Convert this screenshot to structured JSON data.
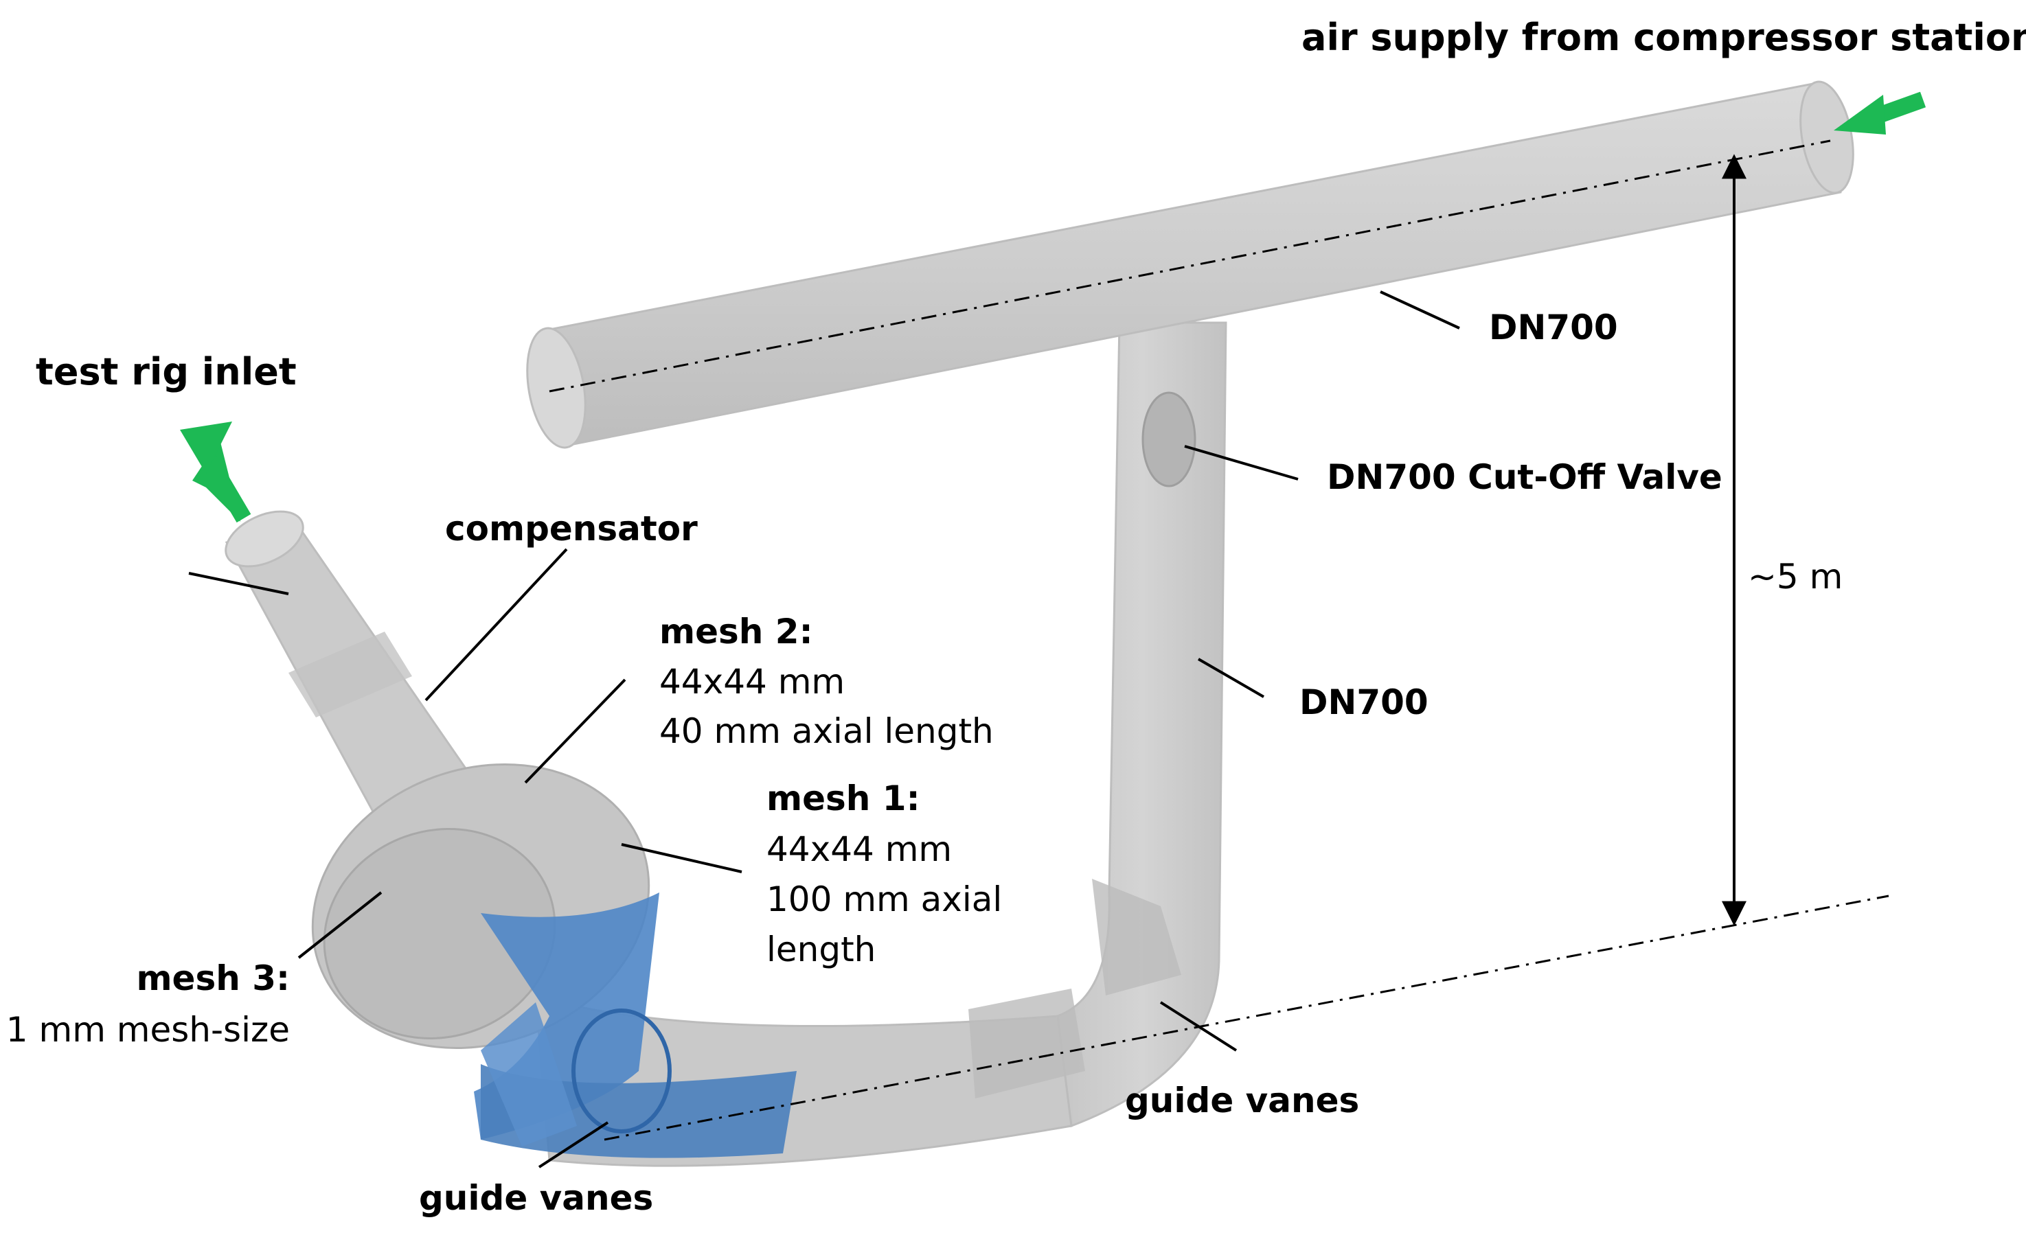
{
  "labels": {
    "air_supply": "air supply from compressor station",
    "test_rig_inlet": "test rig inlet",
    "dn700_top": "DN700",
    "cutoff_valve": "DN700 Cut-Off Valve",
    "height": "~5 m",
    "dn700_vertical": "DN700",
    "compensator": "compensator",
    "mesh2_title": "mesh 2:",
    "mesh2_line1": "44x44 mm",
    "mesh2_line2": "40 mm axial length",
    "mesh1_title": "mesh 1:",
    "mesh1_line1": "44x44 mm",
    "mesh1_line2": "100 mm axial",
    "mesh1_line3": "length",
    "mesh3_title": "mesh 3:",
    "mesh3_line1": "1 mm mesh-size",
    "guide_vanes_right": "guide vanes",
    "guide_vanes_bottom": "guide vanes"
  },
  "colors": {
    "pipe": "#cfcfcf",
    "pipe_shade": "#b9b9b9",
    "mesh_blue": "#4f86c6",
    "arrow_green": "#1db954"
  }
}
